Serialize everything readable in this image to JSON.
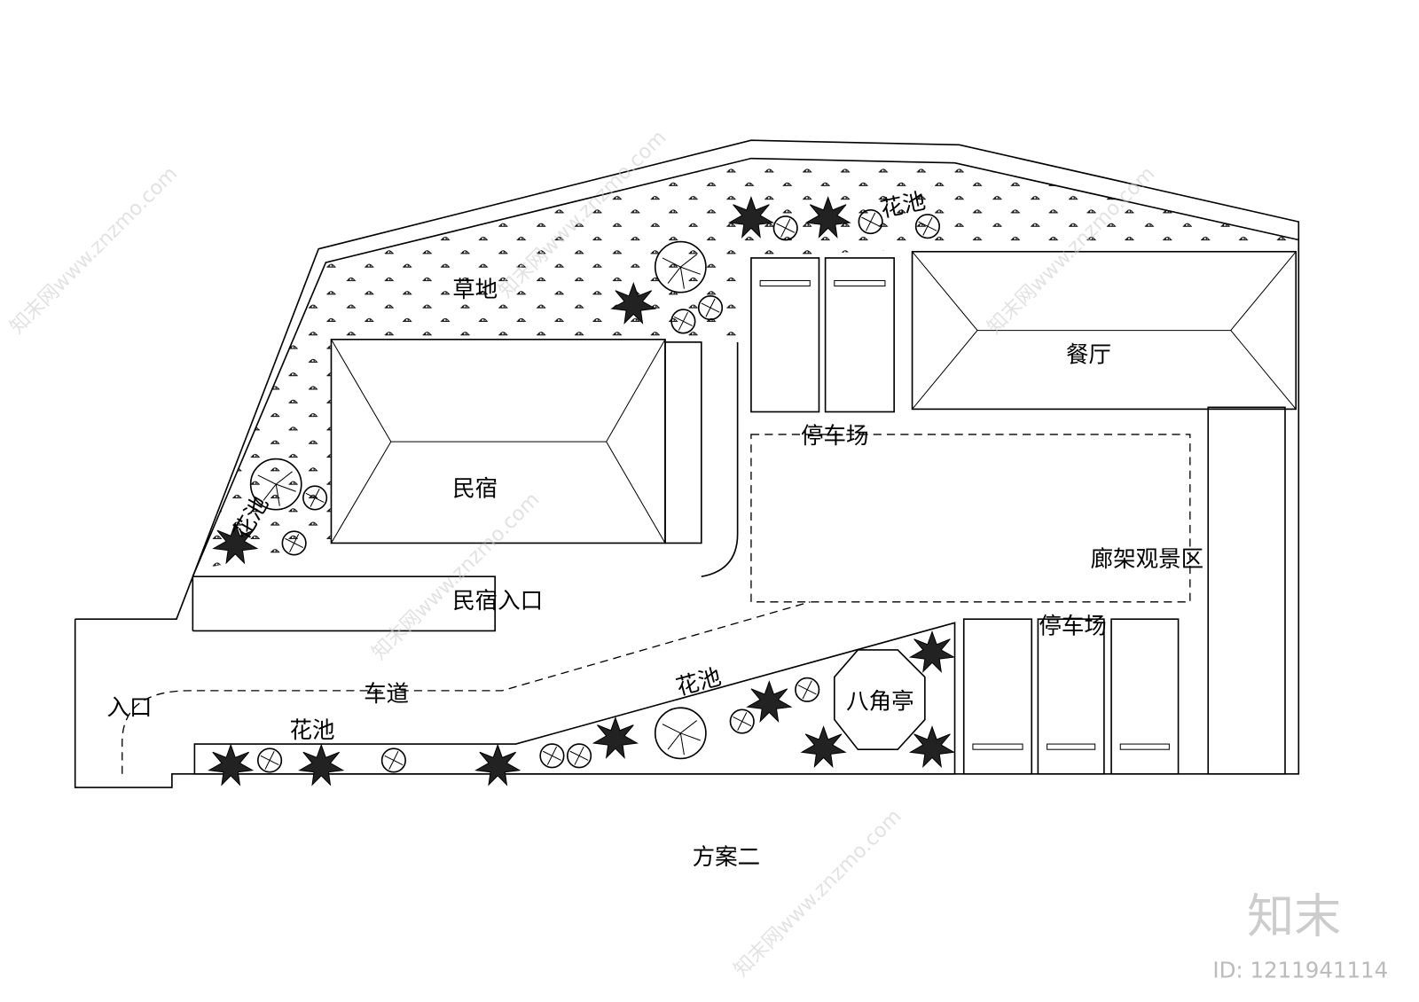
{
  "plan": {
    "title": "方案二",
    "labels": {
      "grass": "草地",
      "guesthouse": "民宿",
      "flower_bed": "花池",
      "parking": "停车场",
      "restaurant": "餐厅",
      "pergola_view_area": "廊架观景区",
      "guesthouse_entrance": "民宿入口",
      "entrance": "入口",
      "driveway": "车道",
      "octagonal_pavilion": "八角亭"
    }
  },
  "watermark": {
    "logo": "知末",
    "id_text": "ID: 1211941114",
    "site_text": "知末网www.znzmo.com"
  }
}
